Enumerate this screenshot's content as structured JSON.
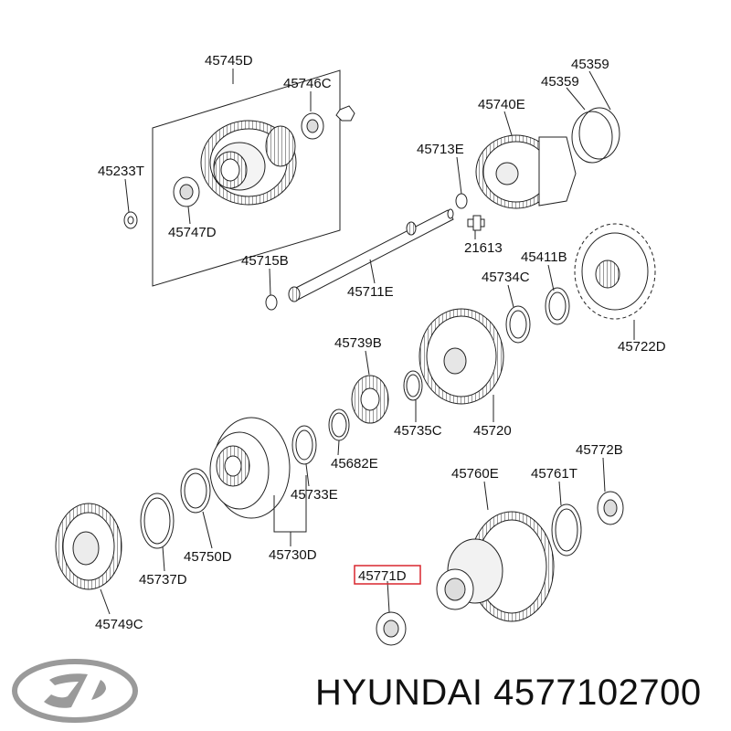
{
  "brand": {
    "name": "HYUNDAI",
    "part_number": "4577102700"
  },
  "highlighted_part": "45771D",
  "labels": {
    "p45745D": "45745D",
    "p45746C": "45746C",
    "p45359a": "45359",
    "p45359b": "45359",
    "p45740E": "45740E",
    "p45713E": "45713E",
    "p45233T": "45233T",
    "p45747D": "45747D",
    "p21613": "21613",
    "p45411B": "45411B",
    "p45715B": "45715B",
    "p45711E": "45711E",
    "p45734C": "45734C",
    "p45722D": "45722D",
    "p45739B": "45739B",
    "p45735C": "45735C",
    "p45720": "45720",
    "p45682E": "45682E",
    "p45772B": "45772B",
    "p45760E": "45760E",
    "p45761T": "45761T",
    "p45733E": "45733E",
    "p45750D": "45750D",
    "p45730D": "45730D",
    "p45737D": "45737D",
    "p45771D": "45771D",
    "p45749C": "45749C"
  },
  "colors": {
    "line": "#222222",
    "highlight": "#d9262e",
    "logo_silver": "#9a9a9a"
  }
}
